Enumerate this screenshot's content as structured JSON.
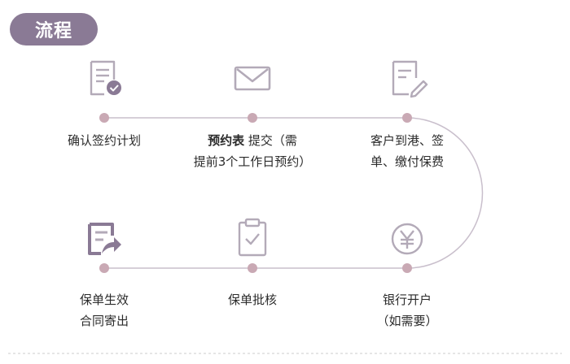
{
  "header": {
    "title": "流程"
  },
  "steps": [
    {
      "icon": "checklist-document-icon",
      "lines": [
        "确认签约计划"
      ]
    },
    {
      "icon": "envelope-icon",
      "bold": "预约表",
      "rest": " 提交（需",
      "line2": "提前3个工作日预约）"
    },
    {
      "icon": "pen-document-icon",
      "lines": [
        "客户到港、签",
        "单、缴付保费"
      ]
    },
    {
      "icon": "yen-circle-icon",
      "lines": [
        "银行开户",
        "（如需要）"
      ]
    },
    {
      "icon": "clipboard-check-icon",
      "lines": [
        "保单批核"
      ]
    },
    {
      "icon": "forward-document-icon",
      "lines": [
        "保单生效",
        "合同寄出"
      ]
    }
  ],
  "colors": {
    "accent": "#8a7a95",
    "node": "#c9a9b4",
    "line": "#c9bfcc"
  }
}
